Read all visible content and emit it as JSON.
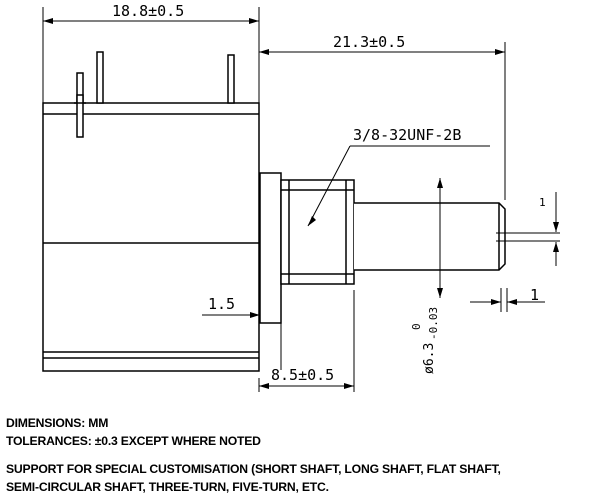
{
  "dimensions": {
    "body_length": "18.8±0.5",
    "total_shaft_length": "21.3±0.5",
    "thread_spec": "3/8-32UNF-2B",
    "flange_thickness": "1.5",
    "bushing_length": "8.5±0.5",
    "shaft_tip": "1",
    "flat_depth": "1",
    "shaft_diameter": "ø6.3",
    "tol_upper": "0",
    "tol_lower": "-0.03"
  },
  "notes": {
    "units": "DIMENSIONS: MM",
    "tolerance": "TOLERANCES: ±0.3 EXCEPT WHERE NOTED",
    "support_line1": "SUPPORT FOR SPECIAL CUSTOMISATION (SHORT SHAFT, LONG SHAFT, FLAT SHAFT,",
    "support_line2": "SEMI-CIRCULAR SHAFT, THREE-TURN, FIVE-TURN, ETC."
  }
}
